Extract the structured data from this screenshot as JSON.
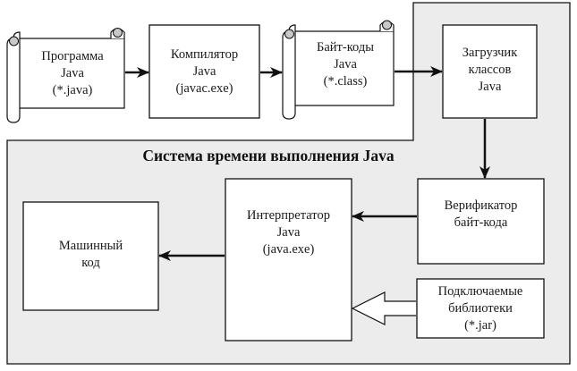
{
  "diagram": {
    "title": "Система времени выполнения Java",
    "colors": {
      "region_fill": "#ececec",
      "box_fill": "#ffffff",
      "stroke": "#111111",
      "scroll_curl": "#c8c8c8"
    },
    "nodes": {
      "source_program": {
        "lines": [
          "Программа",
          "Java",
          "(*.java)"
        ],
        "shape": "scroll"
      },
      "compiler": {
        "lines": [
          "Компилятор",
          "Java",
          "(javac.exe)"
        ],
        "shape": "box"
      },
      "bytecode": {
        "lines": [
          "Байт-коды",
          "Java",
          "(*.class)"
        ],
        "shape": "scroll"
      },
      "class_loader": {
        "lines": [
          "Загрузчик",
          "классов",
          "Java"
        ],
        "shape": "box"
      },
      "verifier": {
        "lines": [
          "Верификатор",
          "байт-кода"
        ],
        "shape": "box"
      },
      "interpreter": {
        "lines": [
          "Интерпретатор",
          "Java",
          "(java.exe)"
        ],
        "shape": "box"
      },
      "libraries": {
        "lines": [
          "Подключаемые",
          "библиотеки",
          "(*.jar)"
        ],
        "shape": "box"
      },
      "machine_code": {
        "lines": [
          "Машинный",
          "код"
        ],
        "shape": "box"
      }
    },
    "edges": [
      {
        "from": "source_program",
        "to": "compiler",
        "style": "arrow"
      },
      {
        "from": "compiler",
        "to": "bytecode",
        "style": "arrow"
      },
      {
        "from": "bytecode",
        "to": "class_loader",
        "style": "arrow"
      },
      {
        "from": "class_loader",
        "to": "verifier",
        "style": "arrow"
      },
      {
        "from": "verifier",
        "to": "interpreter",
        "style": "arrow"
      },
      {
        "from": "libraries",
        "to": "interpreter",
        "style": "block-arrow"
      },
      {
        "from": "interpreter",
        "to": "machine_code",
        "style": "arrow"
      }
    ]
  }
}
